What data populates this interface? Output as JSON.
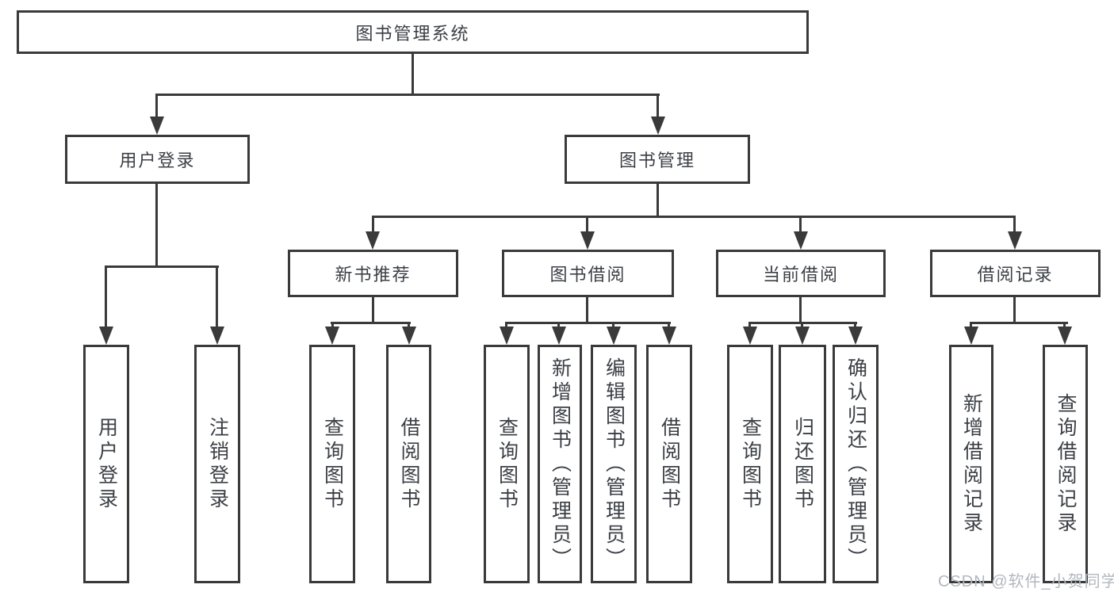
{
  "diagram": {
    "type": "tree",
    "title_node": "root",
    "edges": [
      [
        "root",
        "user_login"
      ],
      [
        "root",
        "book_mgmt"
      ],
      [
        "user_login",
        "leaf_user_login"
      ],
      [
        "user_login",
        "leaf_logout"
      ],
      [
        "book_mgmt",
        "new_book_rec"
      ],
      [
        "book_mgmt",
        "book_borrow"
      ],
      [
        "book_mgmt",
        "current_borrow"
      ],
      [
        "book_mgmt",
        "borrow_records"
      ],
      [
        "new_book_rec",
        "leaf_query_books_rec"
      ],
      [
        "new_book_rec",
        "leaf_borrow_books_rec"
      ],
      [
        "book_borrow",
        "leaf_query_books_borrow"
      ],
      [
        "book_borrow",
        "leaf_add_books"
      ],
      [
        "book_borrow",
        "leaf_edit_books"
      ],
      [
        "book_borrow",
        "leaf_borrow_books_borrow"
      ],
      [
        "current_borrow",
        "leaf_query_books_current"
      ],
      [
        "current_borrow",
        "leaf_return_books"
      ],
      [
        "current_borrow",
        "leaf_confirm_return"
      ],
      [
        "borrow_records",
        "leaf_add_borrow_record"
      ],
      [
        "borrow_records",
        "leaf_query_borrow_record"
      ]
    ]
  },
  "nodes": {
    "root": {
      "label": "图书管理系统"
    },
    "user_login": {
      "label": "用户登录"
    },
    "book_mgmt": {
      "label": "图书管理"
    },
    "new_book_rec": {
      "label": "新书推荐"
    },
    "book_borrow": {
      "label": "图书借阅"
    },
    "current_borrow": {
      "label": "当前借阅"
    },
    "borrow_records": {
      "label": "借阅记录"
    },
    "leaf_user_login": {
      "label": "用户登录"
    },
    "leaf_logout": {
      "label": "注销登录"
    },
    "leaf_query_books_rec": {
      "label": "查询图书"
    },
    "leaf_borrow_books_rec": {
      "label": "借阅图书"
    },
    "leaf_query_books_borrow": {
      "label": "查询图书"
    },
    "leaf_add_books": {
      "label": "新增图书（管理员）"
    },
    "leaf_edit_books": {
      "label": "编辑图书（管理员）"
    },
    "leaf_borrow_books_borrow": {
      "label": "借阅图书"
    },
    "leaf_query_books_current": {
      "label": "查询图书"
    },
    "leaf_return_books": {
      "label": "归还图书"
    },
    "leaf_confirm_return": {
      "label": "确认归还（管理员）"
    },
    "leaf_add_borrow_record": {
      "label": "新增借阅记录"
    },
    "leaf_query_borrow_record": {
      "label": "查询借阅记录"
    }
  },
  "watermark": {
    "text": "CSDN @软件_小贺同学"
  },
  "colors": {
    "line": "#3a3a3a",
    "text": "#3b3f45",
    "watermark": "#b2b8bf",
    "background": "#ffffff"
  }
}
